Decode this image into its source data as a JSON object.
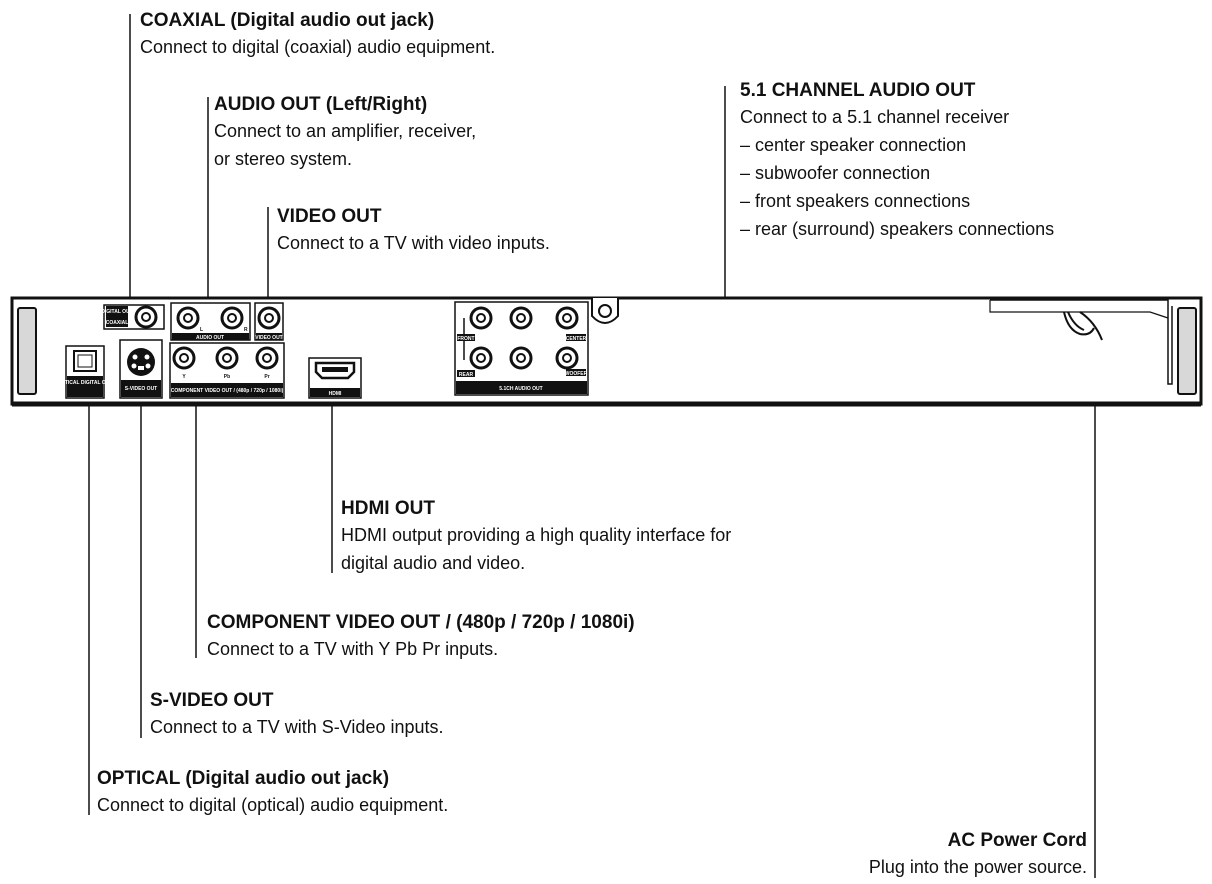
{
  "callouts": {
    "coaxial": {
      "title": "COAXIAL (Digital audio out jack)",
      "desc": [
        "Connect to digital (coaxial) audio equipment."
      ]
    },
    "audio_out": {
      "title": "AUDIO OUT (Left/Right)",
      "desc": [
        "Connect to an amplifier, receiver,",
        "or stereo system."
      ]
    },
    "video_out": {
      "title": "VIDEO OUT",
      "desc": [
        "Connect to a TV with video inputs."
      ]
    },
    "channel51": {
      "title": "5.1 CHANNEL AUDIO OUT",
      "desc": [
        "Connect to a 5.1 channel receiver",
        "– center speaker connection",
        "– subwoofer connection",
        "– front speakers connections",
        "– rear (surround) speakers connections"
      ]
    },
    "hdmi": {
      "title": "HDMI OUT",
      "desc": [
        "HDMI output providing a high quality interface for",
        "digital audio and video."
      ]
    },
    "component": {
      "title": "COMPONENT VIDEO OUT / (480p / 720p / 1080i)",
      "desc": [
        "Connect to a TV with Y Pb Pr inputs."
      ]
    },
    "svideo": {
      "title": "S-VIDEO OUT",
      "desc": [
        "Connect to a TV with S-Video inputs."
      ]
    },
    "optical": {
      "title": "OPTICAL (Digital audio out jack)",
      "desc": [
        "Connect to digital (optical) audio equipment."
      ]
    },
    "ac_power": {
      "title": "AC Power Cord",
      "desc": [
        "Plug into the power source."
      ]
    }
  },
  "panel_labels": {
    "digital_out": "DIGITAL OUT",
    "coaxial": "COAXIAL",
    "audio_out": "AUDIO OUT",
    "audio_l": "L",
    "audio_r": "R",
    "video_out": "VIDEO OUT",
    "optical": "OPTICAL DIGITAL OUT",
    "svideo": "S-VIDEO OUT",
    "comp_y": "Y",
    "comp_pb": "Pb",
    "comp_pr": "Pr",
    "component": "COMPONENT VIDEO OUT / (480p / 720p / 1080i)",
    "hdmi": "HDMI",
    "ch51": "5.1CH AUDIO OUT",
    "front": "FRONT",
    "rear": "REAR",
    "center": "CENTER",
    "woofer": "WOOFER"
  }
}
